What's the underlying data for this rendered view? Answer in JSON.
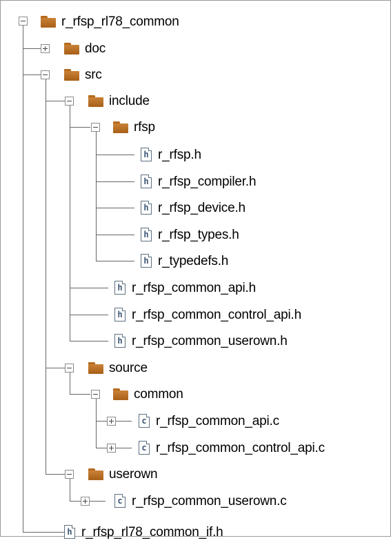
{
  "tree": {
    "root": {
      "label": "r_rfsp_rl78_common"
    },
    "doc": {
      "label": "doc"
    },
    "src": {
      "label": "src"
    },
    "include": {
      "label": "include"
    },
    "rfsp": {
      "label": "rfsp"
    },
    "rfsp_files": [
      "r_rfsp.h",
      "r_rfsp_compiler.h",
      "r_rfsp_device.h",
      "r_rfsp_types.h",
      "r_typedefs.h"
    ],
    "include_files": [
      "r_rfsp_common_api.h",
      "r_rfsp_common_control_api.h",
      "r_rfsp_common_userown.h"
    ],
    "source": {
      "label": "source"
    },
    "common": {
      "label": "common"
    },
    "common_files": [
      "r_rfsp_common_api.c",
      "r_rfsp_common_control_api.c"
    ],
    "userown": {
      "label": "userown"
    },
    "userown_files": [
      "r_rfsp_common_userown.c"
    ],
    "root_files": [
      "r_rfsp_rl78_common_if.h"
    ],
    "icons": {
      "folder": "folder-icon",
      "header_file": "h-file-icon",
      "c_file": "c-file-icon"
    },
    "file_badges": {
      "header": "h",
      "c_source": "c"
    }
  }
}
